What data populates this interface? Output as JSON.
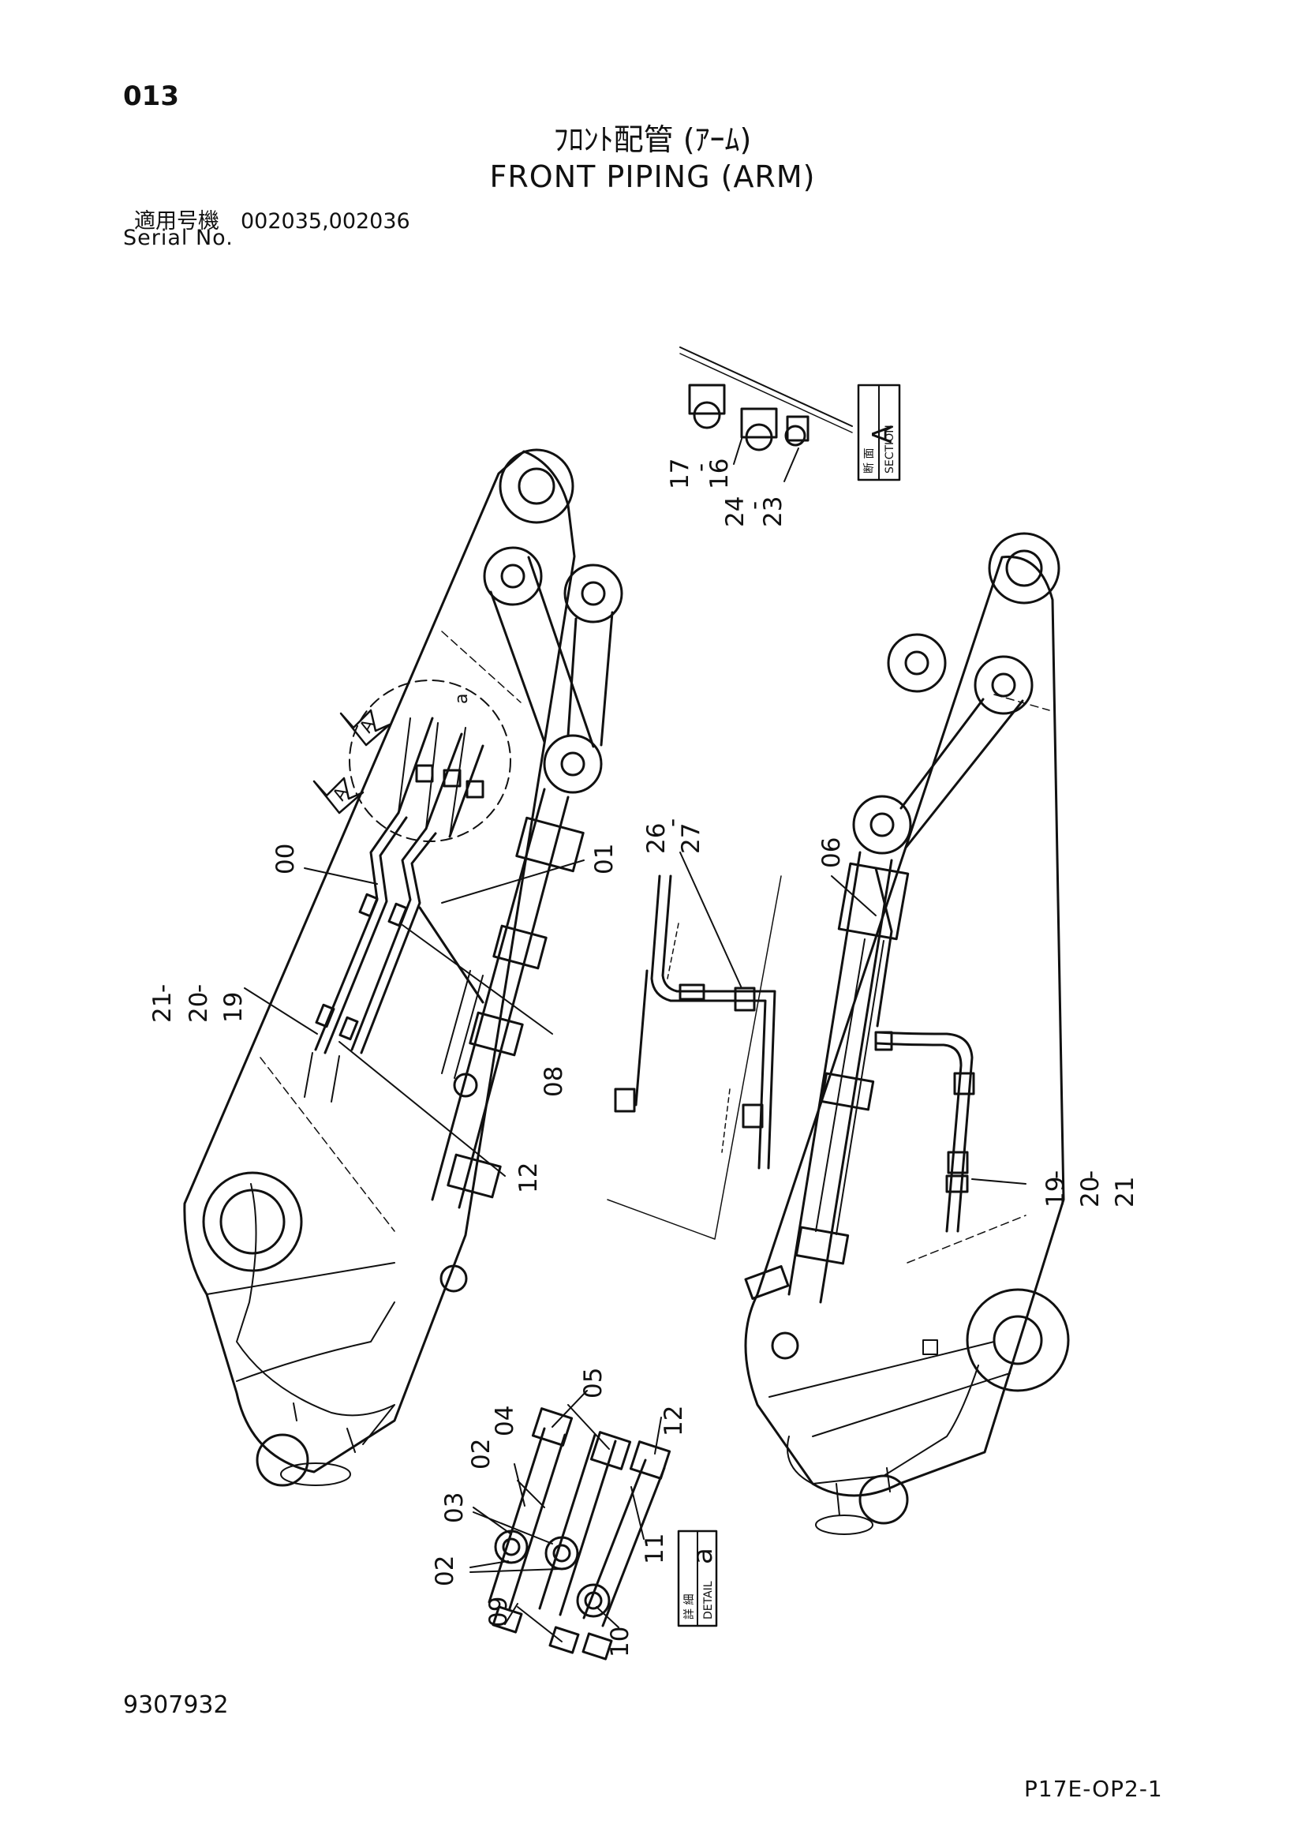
{
  "page_no": "013",
  "title_jp": "ﾌﾛﾝﾄ配管 (ｱｰﾑ)",
  "title_en": "FRONT PIPING (ARM)",
  "serial_jp": "適用号機　002035,002036",
  "serial_en": "Serial No.",
  "doc_no": "9307932",
  "sheet_no": "P17E-OP2-1",
  "section_box": {
    "kanji": "断 面",
    "label": "SECTION",
    "letter": "A"
  },
  "detail_box": {
    "kanji": "詳 細",
    "label": "DETAIL",
    "letter": "a"
  },
  "arrow_marker": "A",
  "detail_marker": "a",
  "callouts": {
    "c00": "00",
    "c01": "01",
    "c08": "08",
    "c12": "12",
    "c19l": "19",
    "c20l": "20",
    "c21l": "21",
    "c06": "06",
    "c19r": "19",
    "c20r": "20",
    "c21r": "21",
    "c26": "26",
    "c27": "27",
    "c16": "16",
    "c17": "17",
    "c23": "23",
    "c24": "24",
    "d02a": "02",
    "d02b": "02",
    "d03": "03",
    "d04": "04",
    "d05": "05",
    "d09": "09",
    "d10": "10",
    "d11": "11",
    "d12": "12",
    "dash": "-"
  }
}
